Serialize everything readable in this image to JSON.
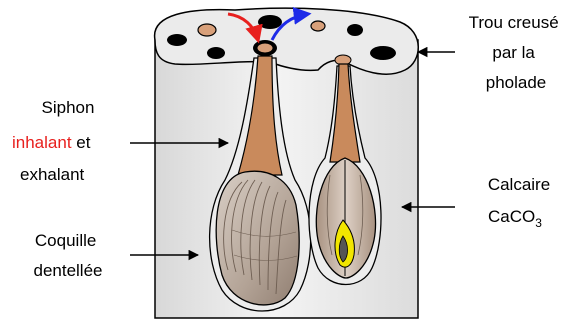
{
  "labels": {
    "trou_line1": "Trou creusé",
    "trou_line2": "par la",
    "trou_line3": "pholade",
    "siphon_line1": "Siphon",
    "siphon_inhalant": "inhalant",
    "siphon_et": " et",
    "siphon_exhalant": "exhalant",
    "calcaire_line1": "Calcaire",
    "calcaire_formula": "CaCO",
    "calcaire_subscript": "3",
    "coquille_line1": "Coquille",
    "coquille_line2": "dentellée"
  },
  "colors": {
    "inhalant": "#e8201e",
    "exhalant": "#1e2be8",
    "siphon": "#c98a5c",
    "shell": "#b8a89a",
    "rock_top": "#ececec",
    "rock_side": "#d6d6d6",
    "yellow": "#f2e600"
  }
}
